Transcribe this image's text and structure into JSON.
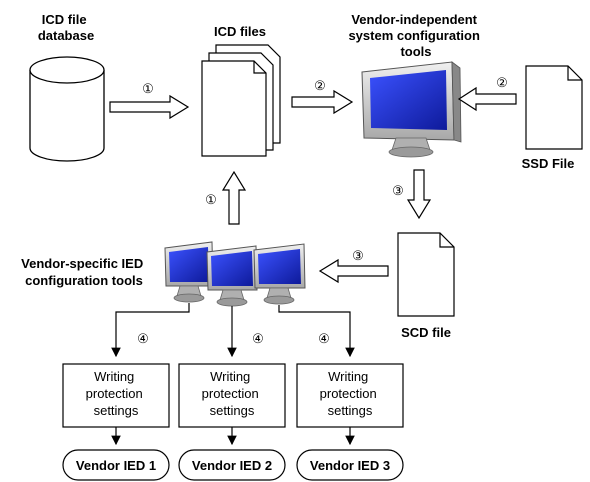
{
  "labels": {
    "icd_database": [
      "ICD file",
      "database"
    ],
    "icd_files": "ICD files",
    "system_tools": [
      "Vendor-independent",
      "system configuration",
      "tools"
    ],
    "ssd_file": "SSD File",
    "scd_file": "SCD file",
    "ied_tools": [
      "Vendor-specific IED",
      "configuration tools"
    ]
  },
  "steps": {
    "s1_db_to_icd": "①",
    "s1_tools_to_icd": "①",
    "s2_icd_to_system": "②",
    "s2_ssd_to_system": "②",
    "s3_system_to_scd": "③",
    "s3_scd_to_tools": "③",
    "s4_ied1": "④",
    "s4_ied2": "④",
    "s4_ied3": "④"
  },
  "writing_boxes": [
    [
      "Writing",
      "protection",
      "settings"
    ],
    [
      "Writing",
      "protection",
      "settings"
    ],
    [
      "Writing",
      "protection",
      "settings"
    ]
  ],
  "ieds": [
    "Vendor IED 1",
    "Vendor IED 2",
    "Vendor IED 3"
  ],
  "colors": {
    "screen": "#1a2fd0",
    "monitor_body": "#c9c9c9",
    "stroke": "#000000"
  }
}
